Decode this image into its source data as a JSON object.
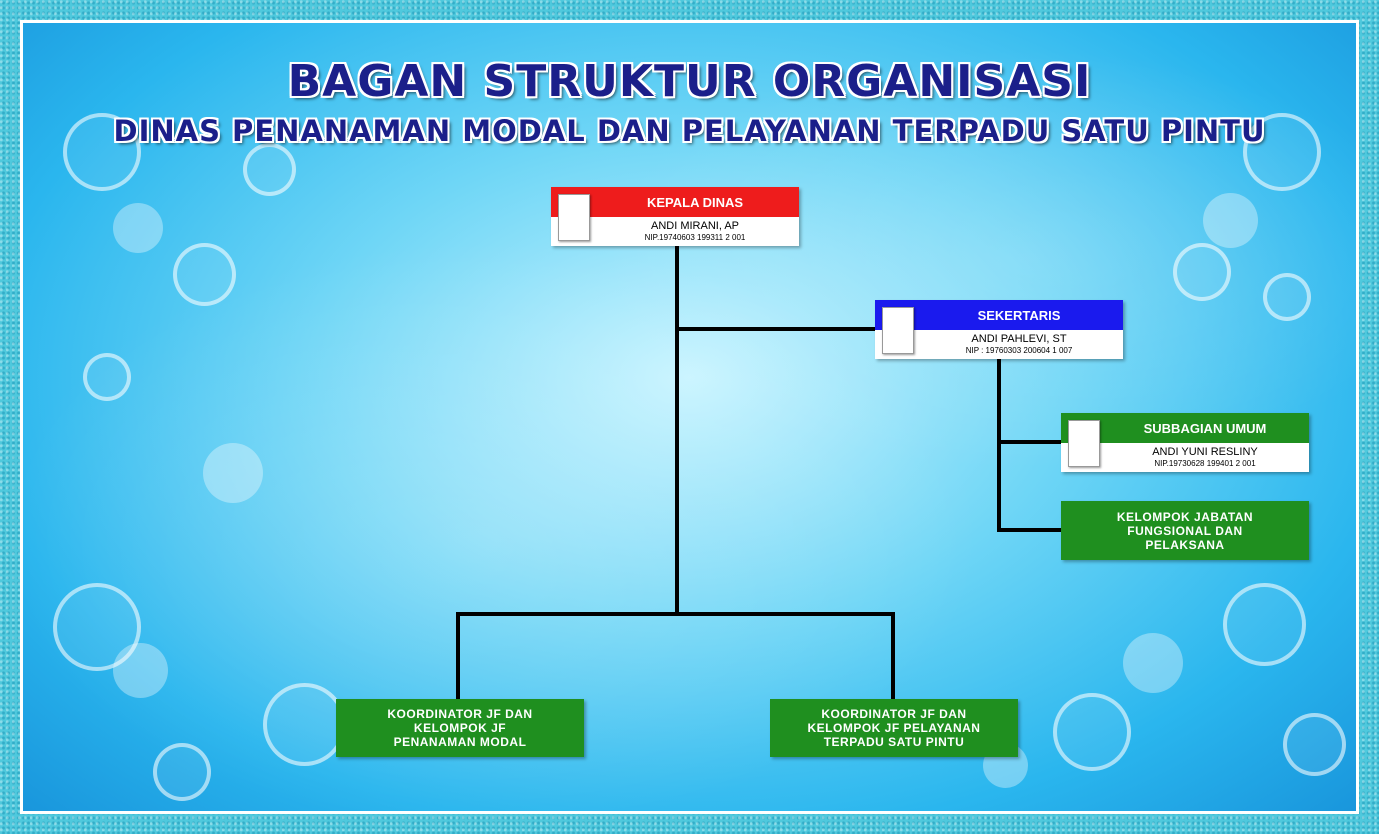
{
  "title": {
    "main": "BAGAN STRUKTUR ORGANISASI",
    "sub": "DINAS PENANAMAN MODAL DAN PELAYANAN TERPADU SATU PINTU"
  },
  "colors": {
    "head_red": "#ee1c1c",
    "head_blue": "#1a1aee",
    "head_green": "#1f8f1f",
    "title_navy": "#1b1f8a"
  },
  "nodes": {
    "kepala": {
      "role": "KEPALA DINAS",
      "name": "ANDI MIRANI, AP",
      "nip": "NIP.19740603 199311 2 001"
    },
    "sekretaris": {
      "role": "SEKERTARIS",
      "name": "ANDI PAHLEVI, ST",
      "nip": "NIP : 19760303 200604 1 007"
    },
    "subbagian": {
      "role": "SUBBAGIAN UMUM",
      "name": "ANDI YUNI RESLINY",
      "nip": "NIP.19730628 199401 2 001"
    },
    "kelompok_jabatan": {
      "label": "KELOMPOK JABATAN\nFUNGSIONAL DAN\nPELAKSANA"
    },
    "koordinator_pm": {
      "label": "KOORDINATOR JF DAN\nKELOMPOK JF\nPENANAMAN MODAL"
    },
    "koordinator_ptsp": {
      "label": "KOORDINATOR JF DAN\nKELOMPOK JF PELAYANAN\nTERPADU SATU PINTU"
    }
  }
}
